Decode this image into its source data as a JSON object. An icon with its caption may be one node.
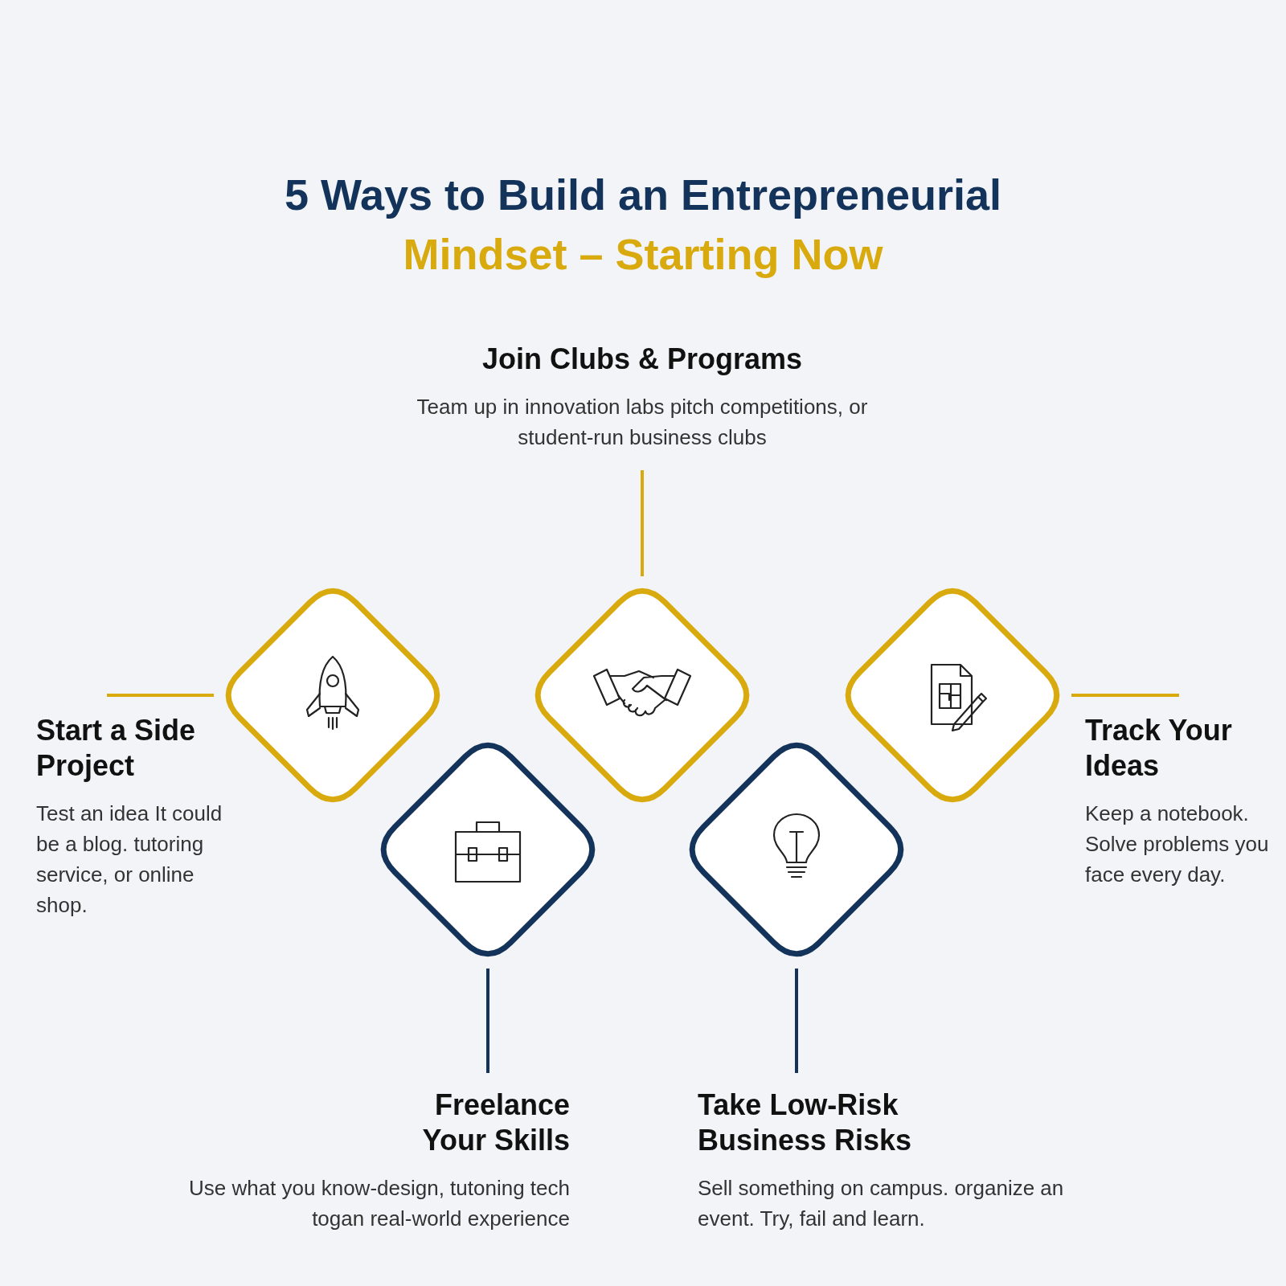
{
  "diagram": {
    "title": "5 Ways to Build an Entrepreneurial Mindset – Starting Now",
    "nodes": [
      {
        "text": [
          "Join Clubs & Programs",
          "Team up in innovation labs pitch competitions, or student-run business clubs"
        ]
      },
      {
        "text": [
          "Start a Side Project",
          "Test an idea It could be a blog. tutoring service, or online shop."
        ]
      },
      {
        "text": [
          "Track Your Ideas",
          "Keep a notebook. Solve problems you face every day."
        ]
      },
      {
        "text": [],
        "shape": "diamond"
      },
      {
        "text": [],
        "shape": "diamond"
      },
      {
        "text": [],
        "shape": "diamond"
      },
      {
        "text": [],
        "shape": "diamond"
      },
      {
        "text": [],
        "shape": "diamond"
      },
      {
        "text": [
          "Freelance Your Skills",
          "Use what you know-design, tutoning tech togan real-world experience"
        ]
      },
      {
        "text": [
          "Take Low-Risk Business Risks",
          "Sell something on campus. organize an event. Try, fail and learn."
        ]
      }
    ],
    "edges": [
      {
        "from": 0,
        "to": 4,
        "arrow": "none"
      },
      {
        "from": 1,
        "to": 3,
        "arrow": "none"
      },
      {
        "from": 2,
        "to": 5,
        "arrow": "none"
      },
      {
        "from": 8,
        "to": 6,
        "arrow": "none",
        "color": "#13335a"
      },
      {
        "from": 9,
        "to": 7,
        "arrow": "none",
        "color": "#13335a"
      }
    ]
  }
}
